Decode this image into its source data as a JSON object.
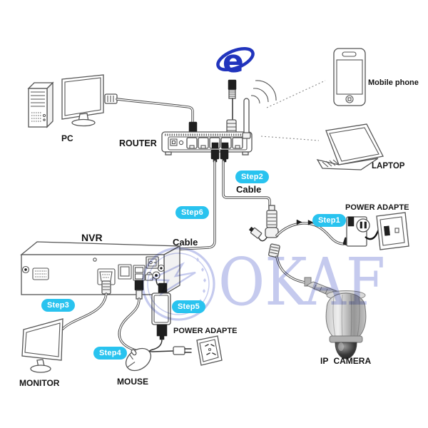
{
  "diagram": {
    "title_hint": "NVR / IP camera connection diagram",
    "watermark": {
      "text": "OKAF",
      "color": "#c5caee"
    },
    "devices": {
      "pc": "PC",
      "router": "ROUTER",
      "mobile_phone": "Mobile phone",
      "laptop": "LAPTOP",
      "nvr": "NVR",
      "monitor": "MONITOR",
      "mouse": "MOUSE",
      "ip_camera": "IP CAMERA",
      "power_adapter_top": "POWER ADAPTE",
      "power_adapter_bottom": "POWER ADAPTE"
    },
    "cables": {
      "cable_router": "Cable",
      "cable_nvr": "Cable"
    },
    "steps": [
      {
        "label": "Step1"
      },
      {
        "label": "Step2"
      },
      {
        "label": "Step3"
      },
      {
        "label": "Step4"
      },
      {
        "label": "Step5"
      },
      {
        "label": "Step6"
      }
    ],
    "icons": {
      "browser_letter": "e"
    },
    "colors": {
      "step_badge": "#29c3ef",
      "browser_blue": "#2134bd",
      "watermark": "#c5caee",
      "line": "#555555"
    }
  }
}
